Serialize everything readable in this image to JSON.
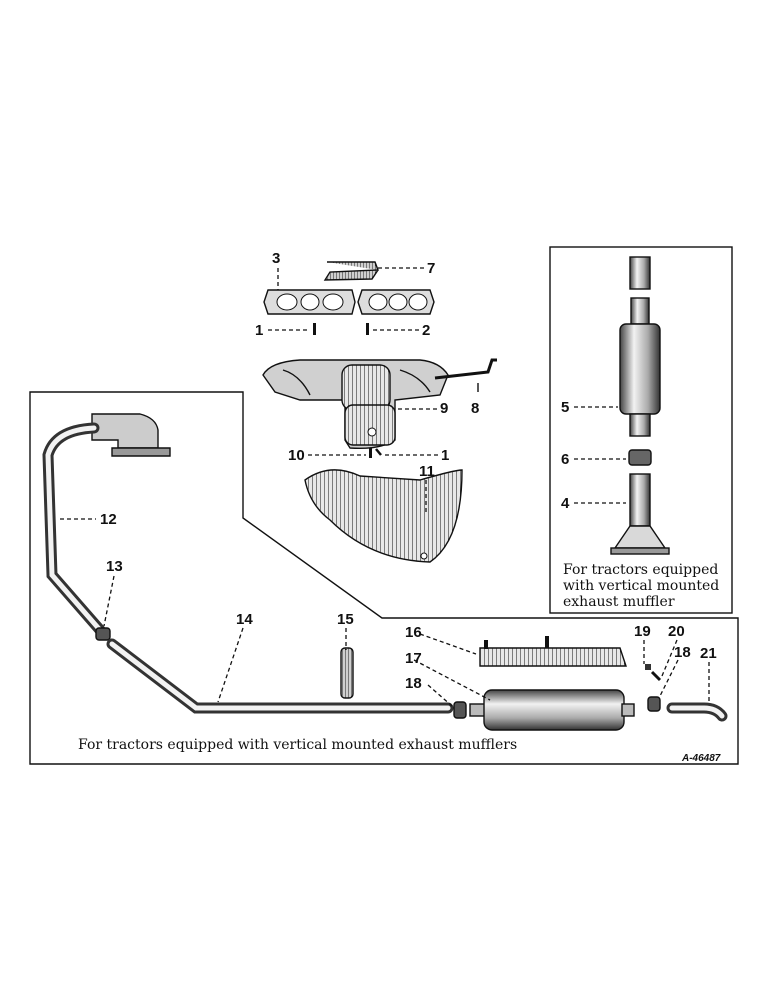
{
  "callouts": {
    "c1a": "1",
    "c2": "2",
    "c3": "3",
    "c7": "7",
    "c8": "8",
    "c9": "9",
    "c10": "10",
    "c1b": "1",
    "c11": "11",
    "c5": "5",
    "c6": "6",
    "c4": "4",
    "c12": "12",
    "c13": "13",
    "c14": "14",
    "c15": "15",
    "c16": "16",
    "c17": "17",
    "c18a": "18",
    "c19": "19",
    "c20": "20",
    "c18b": "18",
    "c21": "21"
  },
  "captions": {
    "vertical_box_line1": "For tractors equipped",
    "vertical_box_line2": "with vertical mounted",
    "vertical_box_line3": "exhaust muffler",
    "horizontal_box": "For tractors equipped with vertical mounted exhaust mufflers"
  },
  "reference": "A-46487"
}
